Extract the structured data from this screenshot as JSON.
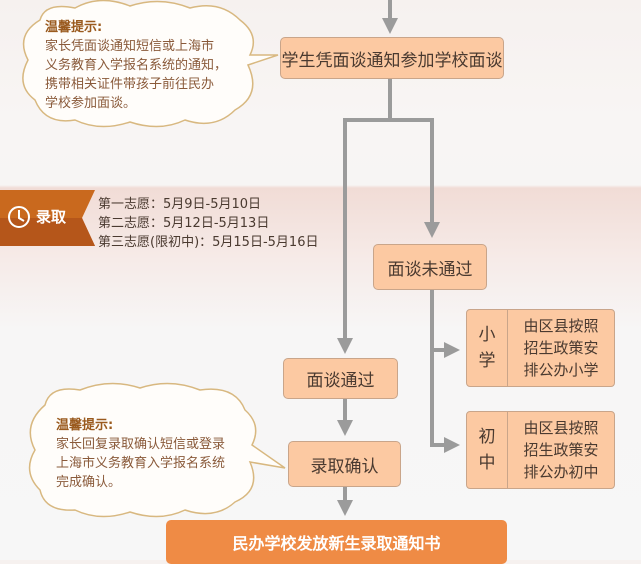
{
  "top_tip": {
    "title": "温馨提示:",
    "lines": [
      "家长凭面谈通知短信或上海市",
      "义务教育入学报名系统的通知，",
      "携带相关证件带孩子前往民办",
      "学校参加面谈。"
    ]
  },
  "steps": {
    "interview": "学生凭面谈通知参加学校面谈",
    "failed": "面谈未通过",
    "passed": "面谈通过",
    "confirm": "录取确认",
    "final": "民办学校发放新生录取通知书"
  },
  "section": {
    "label": "录取",
    "icon": "clock-icon",
    "dates": [
      "第一志愿：5月9日-5月10日",
      "第二志愿：5月12日-5月13日",
      "第三志愿(限初中)：5月15日-5月16日"
    ]
  },
  "primary": {
    "level_lines": [
      "小",
      "学"
    ],
    "text_lines": [
      "由区县按照",
      "招生政策安",
      "排公办小学"
    ]
  },
  "middle": {
    "level_lines": [
      "初",
      "中"
    ],
    "text_lines": [
      "由区县按照",
      "招生政策安",
      "排公办初中"
    ]
  },
  "bottom_tip": {
    "title": "温馨提示:",
    "lines": [
      "家长回复录取确认短信或登录",
      "上海市义务教育入学报名系统",
      "完成确认。"
    ]
  },
  "colors": {
    "box": "#fcc9a2",
    "final": "#ef8b45",
    "banner": "#c9691e",
    "line": "#9b9b9b"
  }
}
